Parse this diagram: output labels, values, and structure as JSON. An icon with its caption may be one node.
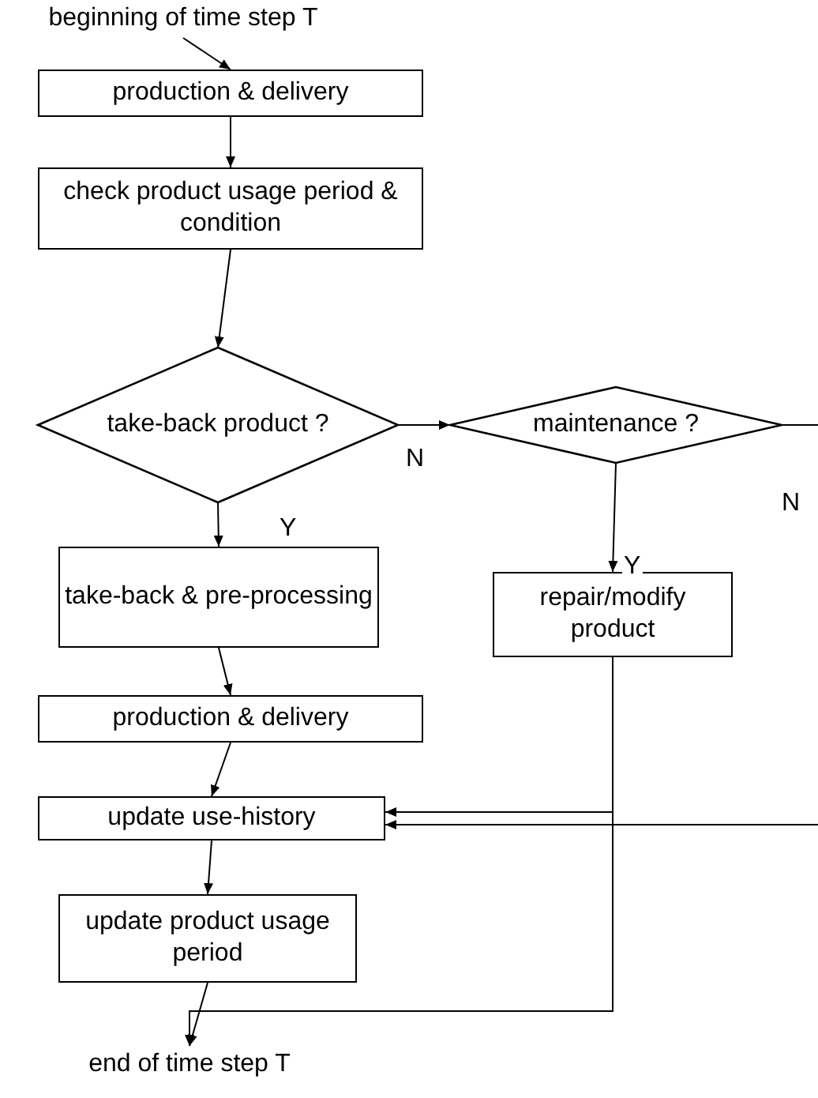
{
  "diagram": {
    "nodes": [
      {
        "text": [
          "beginning of time step T"
        ]
      },
      {
        "text": [
          "production & delivery"
        ]
      },
      {
        "text": [
          "check product usage period & condition"
        ]
      },
      {
        "text": [
          "take-back product ?"
        ]
      },
      {
        "text": [
          "maintenance ?"
        ]
      },
      {
        "text": [
          "take-back & pre-processing"
        ]
      },
      {
        "text": [
          "repair/modify product"
        ]
      },
      {
        "text": [
          "production & delivery"
        ]
      },
      {
        "text": [
          "update use-history"
        ]
      },
      {
        "text": [
          "update product usage period"
        ]
      },
      {
        "text": [
          "end of time step T"
        ]
      }
    ],
    "edges": [
      {
        "from": 0,
        "to": 1,
        "arrow": "to"
      },
      {
        "from": 1,
        "to": 2,
        "arrow": "to"
      },
      {
        "from": 2,
        "to": 3,
        "arrow": "to"
      },
      {
        "from": 3,
        "to": 5,
        "arrow": "to",
        "label": "Y"
      },
      {
        "from": 3,
        "to": 4,
        "arrow": "to",
        "label": "N"
      },
      {
        "from": 4,
        "to": 6,
        "arrow": "to",
        "label": "Y"
      },
      {
        "from": 4,
        "to": null,
        "arrow": "none",
        "label": "N"
      },
      {
        "from": 6,
        "to": 8,
        "arrow": "to"
      },
      {
        "from": null,
        "to": 8,
        "arrow": "to"
      },
      {
        "from": 5,
        "to": 7,
        "arrow": "to"
      },
      {
        "from": 7,
        "to": 8,
        "arrow": "to"
      },
      {
        "from": 8,
        "to": 9,
        "arrow": "to"
      },
      {
        "from": 9,
        "to": 10,
        "arrow": "to"
      },
      {
        "from": 6,
        "to": 10,
        "arrow": "to"
      }
    ]
  }
}
